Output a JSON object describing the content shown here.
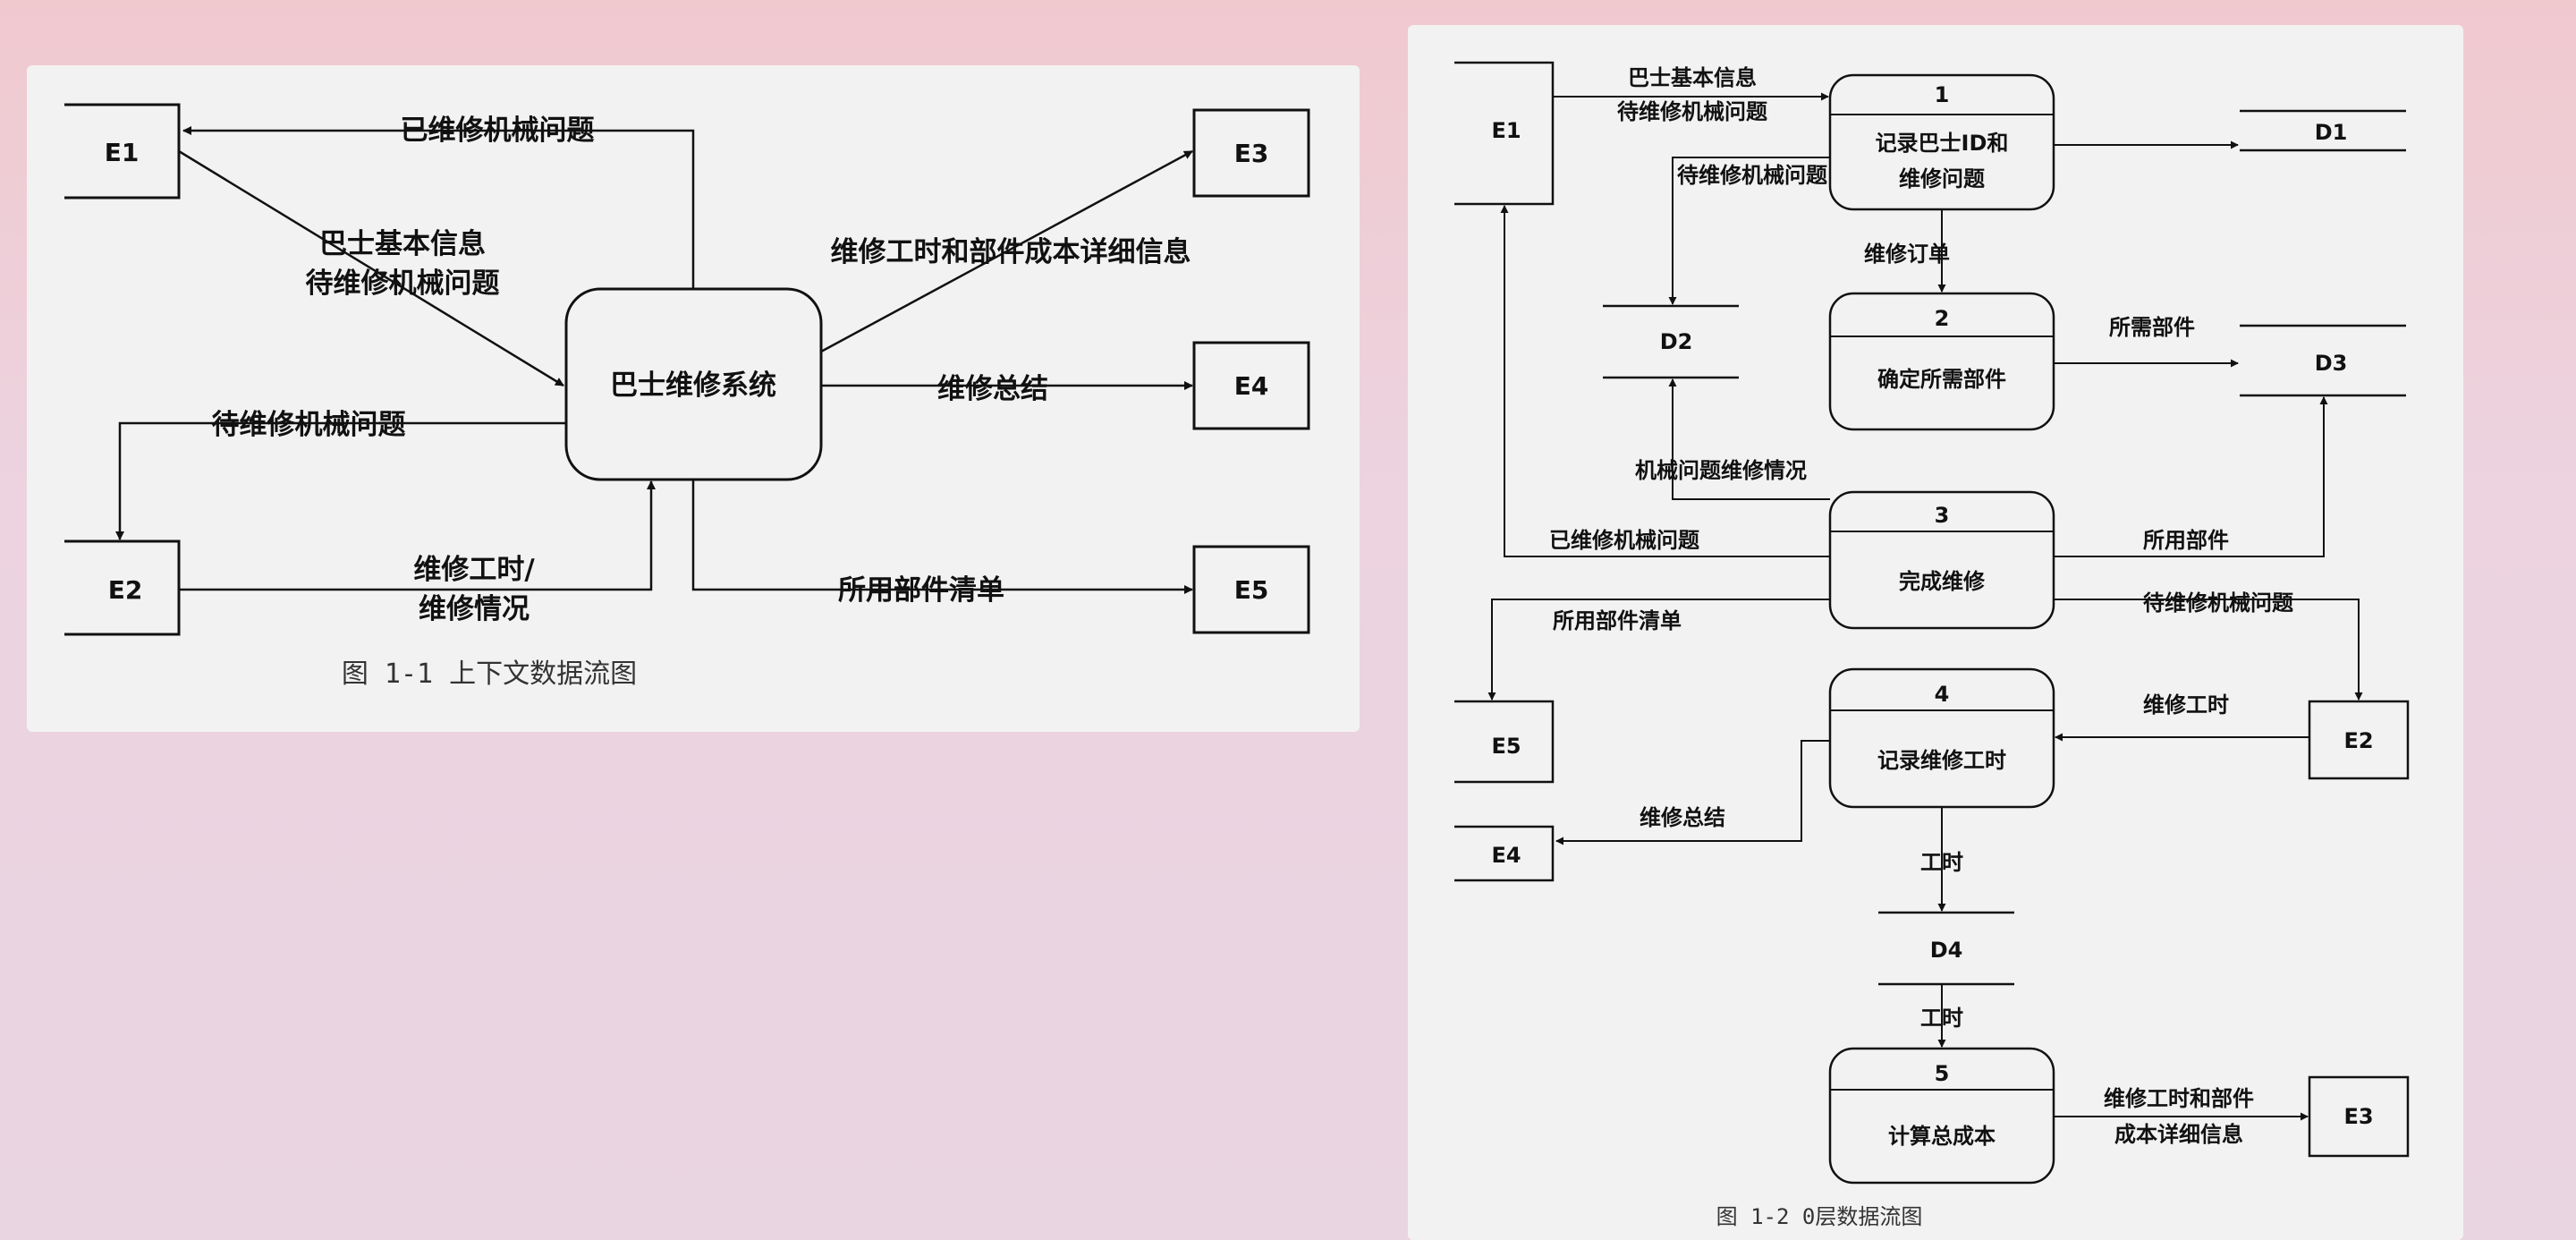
{
  "context_diagram": {
    "caption": "图 1-1 上下文数据流图",
    "process_label": "巴士维修系统",
    "entities": {
      "e1": "E1",
      "e2": "E2",
      "e3": "E3",
      "e4": "E4",
      "e5": "E5"
    },
    "flows": {
      "repaired_issues": "已维修机械问题",
      "bus_info": "巴士基本信息",
      "pending_issues_in": "待维修机械问题",
      "labor_cost_details": "维修工时和部件成本详细信息",
      "repair_summary": "维修总结",
      "pending_issues_out": "待维修机械问题",
      "labor_status_1": "维修工时/",
      "labor_status_2": "维修情况",
      "parts_list": "所用部件清单"
    }
  },
  "level0_diagram": {
    "caption": "图 1-2 0层数据流图",
    "processes": [
      {
        "number": "1",
        "label_1": "记录巴士ID和",
        "label_2": "维修问题"
      },
      {
        "number": "2",
        "label_1": "确定所需部件"
      },
      {
        "number": "3",
        "label_1": "完成维修"
      },
      {
        "number": "4",
        "label_1": "记录维修工时"
      },
      {
        "number": "5",
        "label_1": "计算总成本"
      }
    ],
    "stores": {
      "d1": "D1",
      "d2": "D2",
      "d3": "D3",
      "d4": "D4"
    },
    "entities": {
      "e1": "E1",
      "e2": "E2",
      "e3": "E3",
      "e4": "E4",
      "e5": "E5"
    },
    "flows": {
      "bus_info": "巴士基本信息",
      "pending_issues_a": "待维修机械问题",
      "pending_issues_b": "待维修机械问题",
      "repair_order": "维修订单",
      "required_parts": "所需部件",
      "issue_status": "机械问题维修情况",
      "repaired_issues": "已维修机械问题",
      "used_parts": "所用部件",
      "parts_list": "所用部件清单",
      "pending_issues_c": "待维修机械问题",
      "labor_hours": "维修工时",
      "repair_summary": "维修总结",
      "hours_1": "工时",
      "hours_2": "工时",
      "labor_cost_1": "维修工时和部件",
      "labor_cost_2": "成本详细信息"
    }
  }
}
